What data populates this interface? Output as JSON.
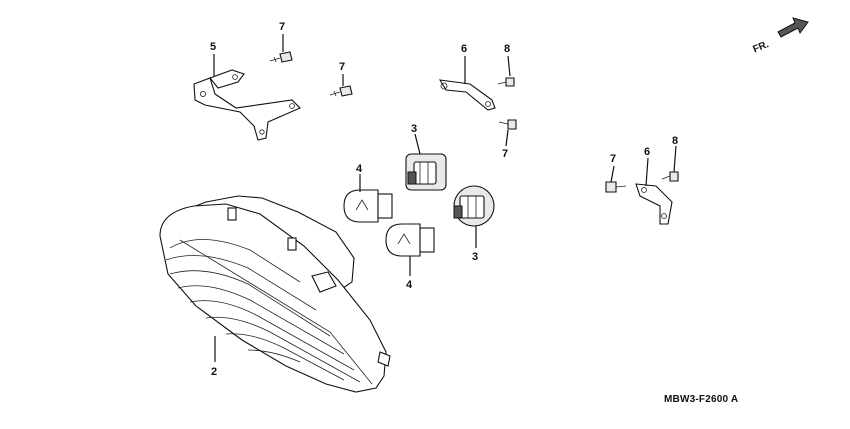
{
  "diagram": {
    "direction_label": "FR.",
    "diagram_code": "MBW3-F2600 A",
    "callouts": {
      "bracket_left": "5",
      "screw_top_left": "7",
      "screw_mid": "7",
      "stay_top": "6",
      "screw_top_right": "8",
      "screw_below_stay": "7",
      "socket_upper": "3",
      "socket_lower": "3",
      "bulb_upper": "4",
      "bulb_lower": "4",
      "screw_right_left": "7",
      "stay_right": "6",
      "screw_right_right": "8",
      "lens_housing": "2"
    }
  }
}
